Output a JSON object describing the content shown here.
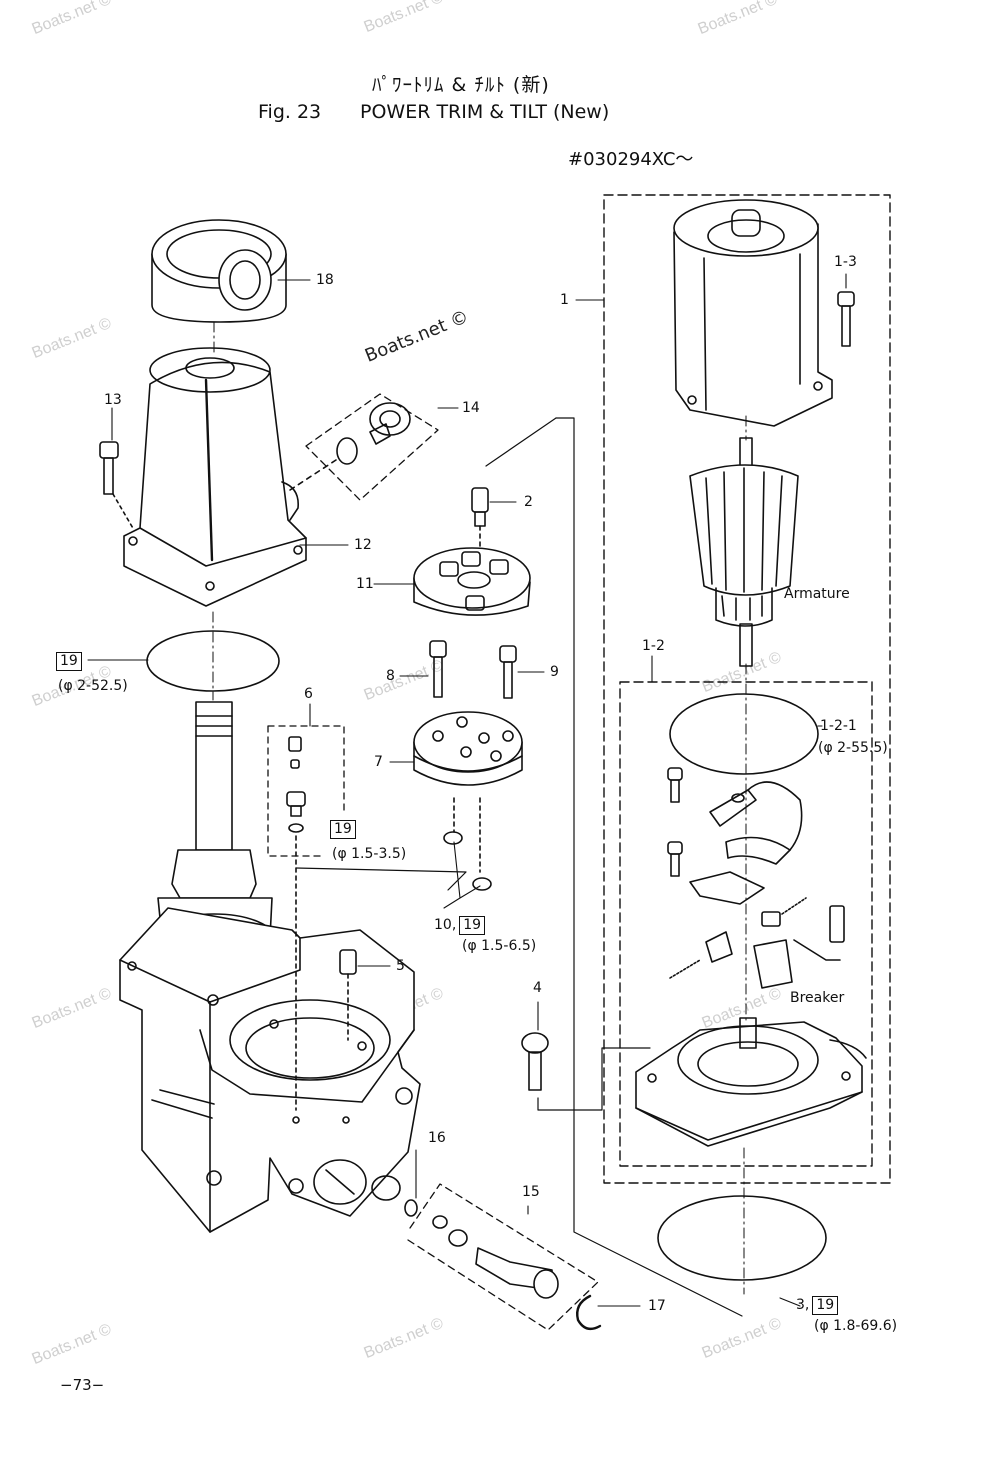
{
  "header": {
    "title_jp": "ﾊﾟﾜｰﾄﾘﾑ & ﾁﾙﾄ (新)",
    "fig_label": "Fig. 23",
    "title_en": "POWER TRIM & TILT (New)",
    "serial": "#030294XC～"
  },
  "watermark": {
    "main": "Boats.net ©",
    "faint": "Boats.net ©"
  },
  "callouts": {
    "c1": "1",
    "c1_3": "1-3",
    "c1_2": "1-2",
    "c1_2_1": "1-2-1",
    "c1_2_1_spec": "(φ 2-55.5)",
    "c2": "2",
    "c3_prefix": "3,",
    "c3_box": "19",
    "c3_spec": "(φ 1.8-69.6)",
    "c4": "4",
    "c5": "5",
    "c6": "6",
    "c6_box": "19",
    "c6_spec": "(φ 1.5-3.5)",
    "c7": "7",
    "c8": "8",
    "c9": "9",
    "c10_prefix": "10,",
    "c10_box": "19",
    "c10_spec": "(φ 1.5-6.5)",
    "c11": "11",
    "c12": "12",
    "c13": "13",
    "c14": "14",
    "c15": "15",
    "c16": "16",
    "c17": "17",
    "c18": "18",
    "c19_box": "19",
    "c19_spec": "(φ 2-52.5)"
  },
  "captions": {
    "armature": "Armature",
    "breaker": "Breaker"
  },
  "footer": {
    "page_number": "−73−"
  }
}
